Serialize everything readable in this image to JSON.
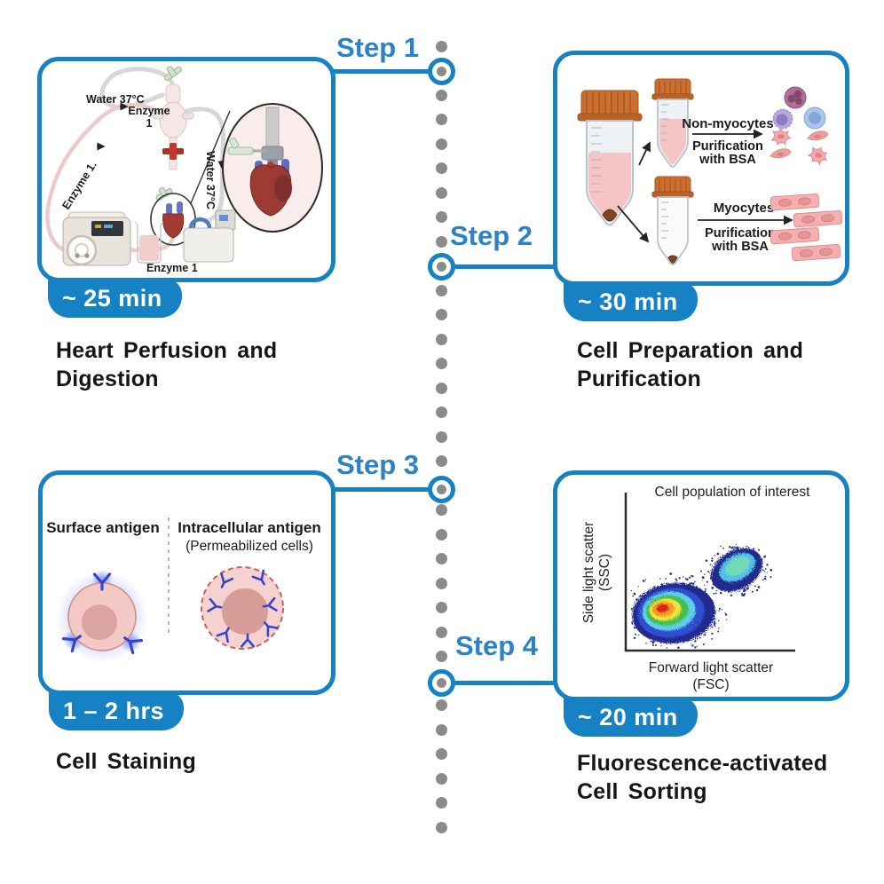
{
  "colors": {
    "accent": "#1681c3",
    "step_label": "#2b82c6",
    "timeline_dot": "#8b8b8b",
    "heading_text": "#161616",
    "badge_text": "#ffffff"
  },
  "steps": [
    {
      "label": "Step 1",
      "time": "~ 25 min",
      "title": "Heart Perfusion and\nDigestion"
    },
    {
      "label": "Step 2",
      "time": "~ 30 min",
      "title": "Cell Preparation and\nPurification"
    },
    {
      "label": "Step 3",
      "time": "1 – 2 hrs",
      "title": "Cell Staining"
    },
    {
      "label": "Step 4",
      "time": "~ 20 min",
      "title": "Fluorescence-activated\nCell Sorting"
    }
  ],
  "panel1": {
    "water_top": "Water 37°C",
    "enzyme_trap": [
      "Enzyme",
      "1"
    ],
    "enzyme_tube": "Enzyme 1.",
    "water_side": "Water 37°C",
    "beaker": "Enzyme 1"
  },
  "panel2": {
    "top": {
      "label": "Non-myocytes",
      "method": [
        "Purification",
        "with BSA"
      ]
    },
    "bottom": {
      "label": "Myocytes",
      "method": [
        "Purification",
        "with BSA"
      ]
    }
  },
  "panel3": {
    "left_label": "Surface antigen",
    "right_label": "Intracellular antigen",
    "right_sublabel": "(Permeabilized cells)"
  },
  "panel4": {
    "title": "Cell population of interest",
    "y_axis": [
      "Side light scatter",
      "(SSC)"
    ],
    "x_axis": [
      "Forward light scatter",
      "(FSC)"
    ]
  }
}
